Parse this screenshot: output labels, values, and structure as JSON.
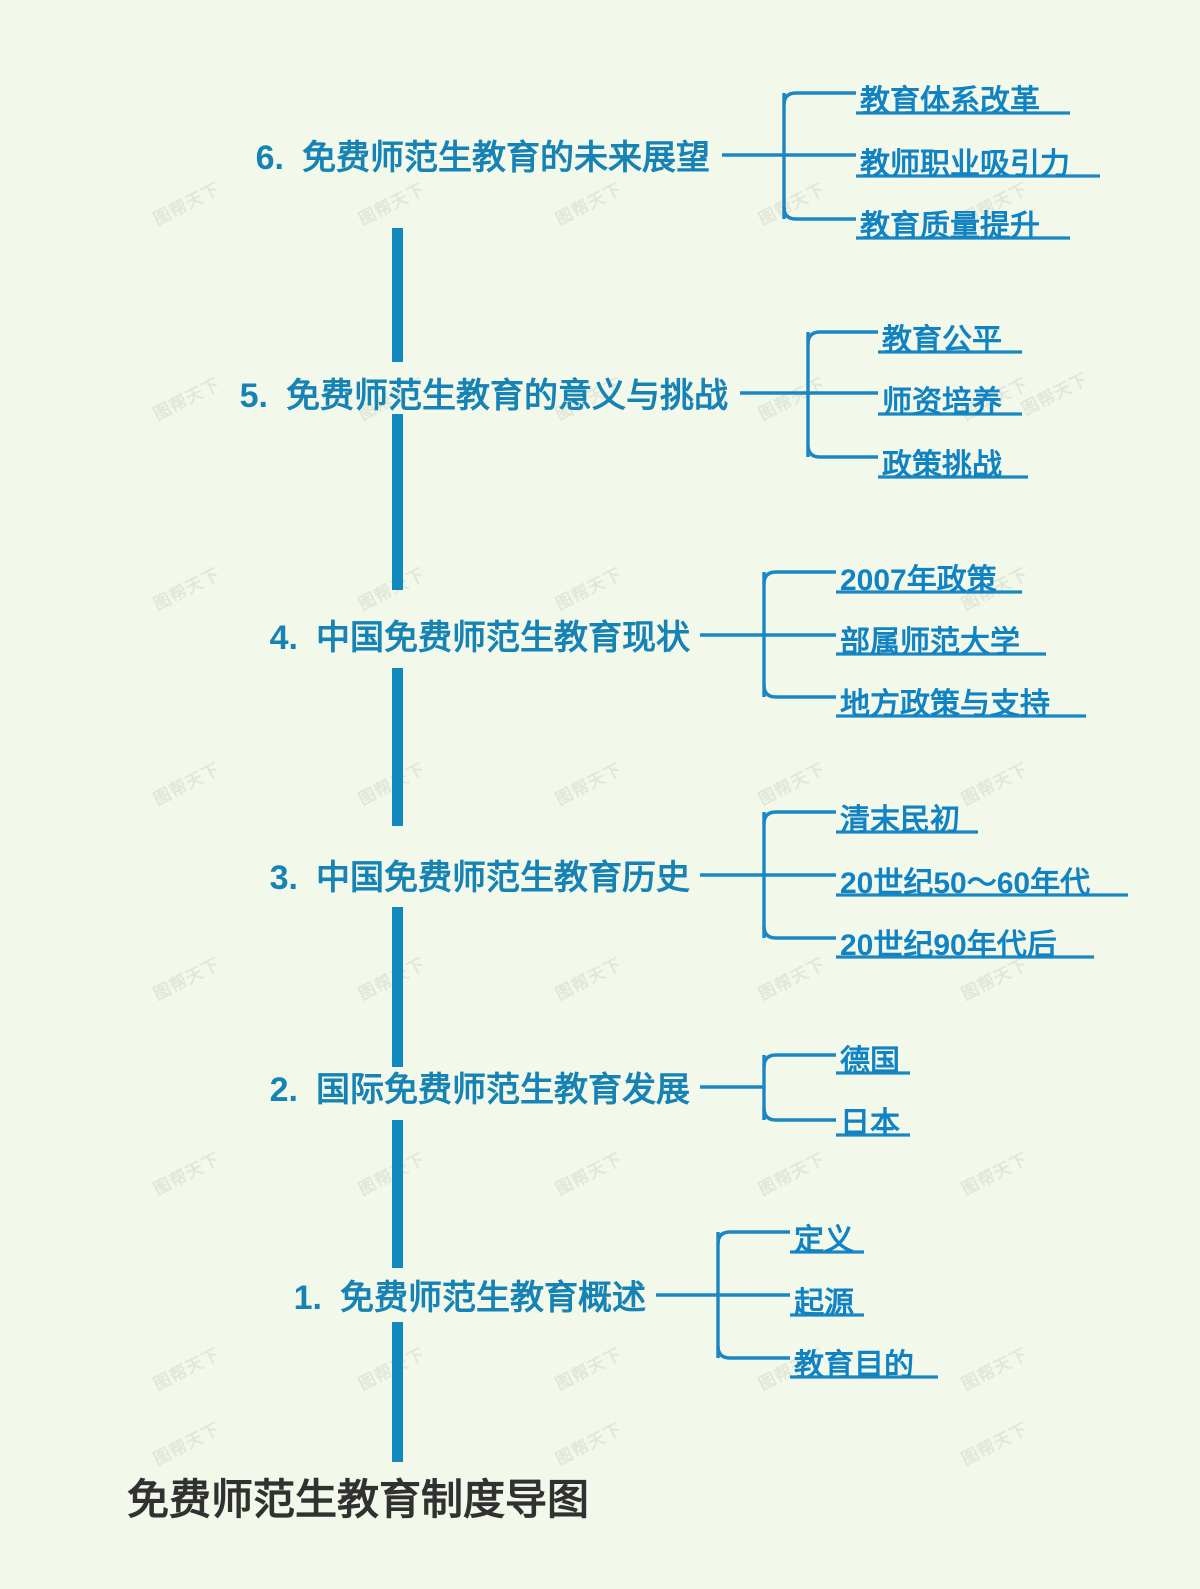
{
  "diagram": {
    "title": "免费师范生教育制度导图",
    "background_color": "#f2f9eb",
    "spine_color": "#1189bf",
    "branch_text_color": "#1783b4",
    "leaf_text_color": "#1183c2",
    "title_color": "#313131",
    "watermark_text": "图帮天下"
  },
  "branches": [
    {
      "number": "6.",
      "label": "免费师范生教育的未来展望",
      "leaves": [
        {
          "label": "教育体系改革"
        },
        {
          "label": "教师职业吸引力"
        },
        {
          "label": "教育质量提升"
        }
      ]
    },
    {
      "number": "5.",
      "label": "免费师范生教育的意义与挑战",
      "leaves": [
        {
          "label": "教育公平"
        },
        {
          "label": "师资培养"
        },
        {
          "label": "政策挑战"
        }
      ]
    },
    {
      "number": "4.",
      "label": "中国免费师范生教育现状",
      "leaves": [
        {
          "label": "2007年政策"
        },
        {
          "label": "部属师范大学"
        },
        {
          "label": "地方政策与支持"
        }
      ]
    },
    {
      "number": "3.",
      "label": "中国免费师范生教育历史",
      "leaves": [
        {
          "label": "清末民初"
        },
        {
          "label": "20世纪50～60年代"
        },
        {
          "label": "20世纪90年代后"
        }
      ]
    },
    {
      "number": "2.",
      "label": "国际免费师范生教育发展",
      "leaves": [
        {
          "label": "德国"
        },
        {
          "label": "日本"
        }
      ]
    },
    {
      "number": "1.",
      "label": "免费师范生教育概述",
      "leaves": [
        {
          "label": "定义"
        },
        {
          "label": "起源"
        },
        {
          "label": "教育目的"
        }
      ]
    }
  ]
}
